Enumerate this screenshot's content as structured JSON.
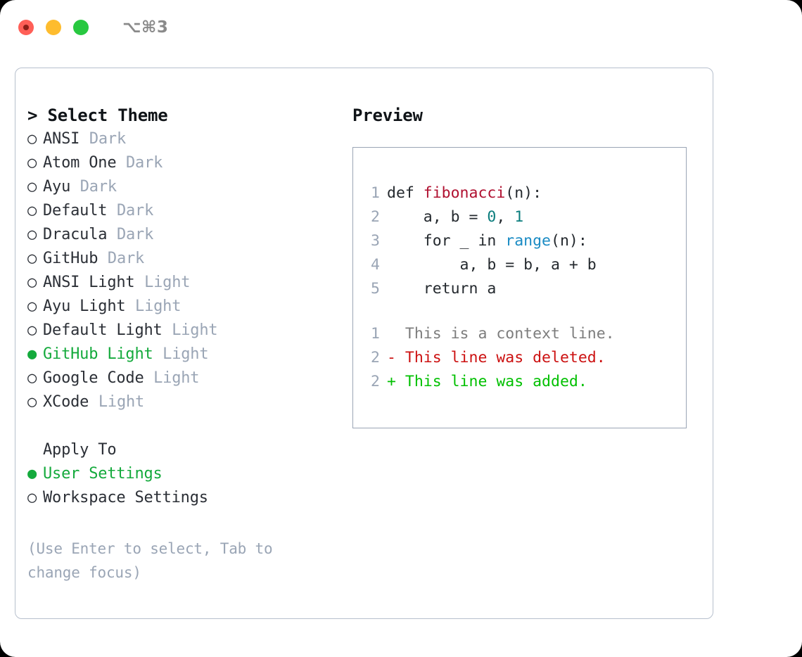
{
  "window": {
    "traffic_lights": [
      "close",
      "minimize",
      "maximize"
    ],
    "shortcut_label": "⌥⌘3"
  },
  "theme_panel": {
    "header": "> Select Theme",
    "themes": [
      {
        "name": "ANSI",
        "kind": "Dark",
        "selected": false
      },
      {
        "name": "Atom One",
        "kind": "Dark",
        "selected": false
      },
      {
        "name": "Ayu",
        "kind": "Dark",
        "selected": false
      },
      {
        "name": "Default",
        "kind": "Dark",
        "selected": false
      },
      {
        "name": "Dracula",
        "kind": "Dark",
        "selected": false
      },
      {
        "name": "GitHub",
        "kind": "Dark",
        "selected": false
      },
      {
        "name": "ANSI Light",
        "kind": "Light",
        "selected": false
      },
      {
        "name": "Ayu Light",
        "kind": "Light",
        "selected": false
      },
      {
        "name": "Default Light",
        "kind": "Light",
        "selected": false
      },
      {
        "name": "GitHub Light",
        "kind": "Light",
        "selected": true
      },
      {
        "name": "Google Code",
        "kind": "Light",
        "selected": false
      },
      {
        "name": "XCode",
        "kind": "Light",
        "selected": false
      }
    ],
    "apply_to": {
      "header": "Apply To",
      "options": [
        {
          "name": "User Settings",
          "selected": true
        },
        {
          "name": "Workspace Settings",
          "selected": false
        }
      ]
    },
    "hint": "(Use Enter to select, Tab to change focus)",
    "bullet_selected": "●",
    "bullet_unselected": "○"
  },
  "preview": {
    "title": "Preview",
    "code_lines": [
      {
        "num": "1",
        "tokens": [
          {
            "t": "def ",
            "c": "plain"
          },
          {
            "t": "fibonacci",
            "c": "func"
          },
          {
            "t": "(n):",
            "c": "plain"
          }
        ]
      },
      {
        "num": "2",
        "tokens": [
          {
            "t": "    a, b = ",
            "c": "plain"
          },
          {
            "t": "0",
            "c": "num"
          },
          {
            "t": ", ",
            "c": "plain"
          },
          {
            "t": "1",
            "c": "num"
          }
        ]
      },
      {
        "num": "3",
        "tokens": [
          {
            "t": "    for _ in ",
            "c": "plain"
          },
          {
            "t": "range",
            "c": "call"
          },
          {
            "t": "(n):",
            "c": "plain"
          }
        ]
      },
      {
        "num": "4",
        "tokens": [
          {
            "t": "        a, b = b, a + b",
            "c": "plain"
          }
        ]
      },
      {
        "num": "5",
        "tokens": [
          {
            "t": "    return a",
            "c": "plain"
          }
        ]
      }
    ],
    "diff_lines": [
      {
        "num": "1",
        "marker": "  ",
        "text": "This is a context line.",
        "kind": "context"
      },
      {
        "num": "2",
        "marker": "- ",
        "text": "This line was deleted.",
        "kind": "deleted"
      },
      {
        "num": "2",
        "marker": "+ ",
        "text": "This line was added.",
        "kind": "added"
      }
    ]
  },
  "colors": {
    "selected_green": "#14aa3c",
    "muted_kind": "#9aa5b5",
    "diff_deleted": "#cc1111",
    "diff_added": "#00c000",
    "diff_context": "#7d7d7d",
    "token_function": "#b01030",
    "token_number": "#0b7d7d",
    "token_call": "#1a8bc4",
    "panel_border": "#b7c0cd",
    "preview_border": "#9aa5b5"
  }
}
